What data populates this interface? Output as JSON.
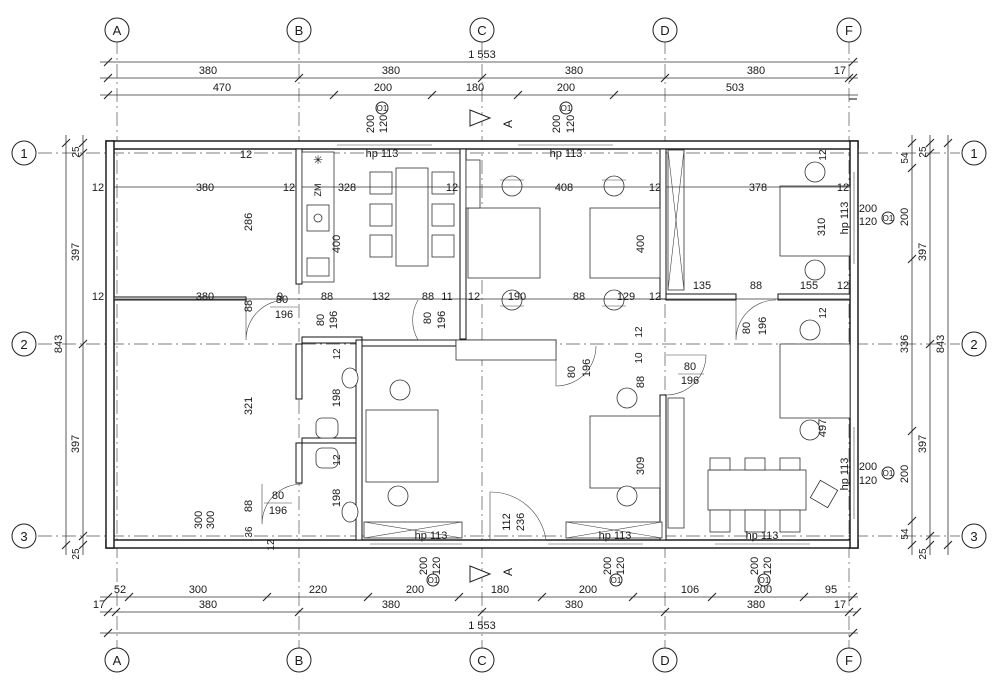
{
  "grid": {
    "columns": [
      "A",
      "B",
      "C",
      "D",
      "F"
    ],
    "rows": [
      "1",
      "2",
      "3"
    ]
  },
  "dimensions": {
    "top_overall": "1 553",
    "top_modules": [
      "380",
      "380",
      "380",
      "380",
      "17"
    ],
    "top_openings": [
      "470",
      "200",
      "180",
      "200",
      "503"
    ],
    "bottom_openings": [
      "52",
      "300",
      "220",
      "200",
      "180",
      "200",
      "106",
      "200",
      "95"
    ],
    "bottom_modules": [
      "17",
      "380",
      "380",
      "380",
      "380",
      "17"
    ],
    "bottom_overall": "1 553",
    "left_overall": "843",
    "left_parts": [
      "25",
      "397",
      "397",
      "25"
    ],
    "right_overall": "843",
    "right_parts": [
      "25",
      "54",
      "200",
      "397",
      "336",
      "397",
      "200",
      "54",
      "25"
    ]
  },
  "rooms": {
    "top_row": [
      "380",
      "328",
      "408",
      "378"
    ],
    "mid_row": [
      "380",
      "88",
      "132",
      "88",
      "11",
      "190",
      "88",
      "129",
      "135",
      "88",
      "155"
    ],
    "walls": [
      "12",
      "9",
      "10",
      "36"
    ],
    "heights": [
      "286",
      "400",
      "400",
      "310",
      "321",
      "198",
      "198",
      "309",
      "497",
      "88",
      "88",
      "88",
      "88"
    ]
  },
  "doors": {
    "width_80": "80",
    "height_196": "196",
    "width_112": "112",
    "height_236": "236"
  },
  "windows": {
    "tag": "O1",
    "sill_label": "hp 113",
    "height": "120",
    "width": "200"
  },
  "section": {
    "label": "A"
  },
  "kitchen": {
    "label": "ZM"
  },
  "misc": {
    "dim_300": "300"
  }
}
